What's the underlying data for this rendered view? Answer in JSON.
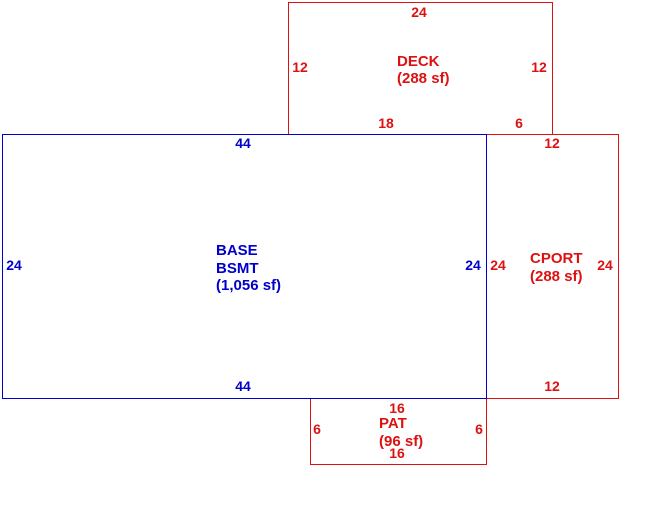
{
  "colors": {
    "base": "#0000cc",
    "addition": "#dd1111"
  },
  "areas": {
    "deck": {
      "name": "DECK",
      "area": "(288 sf)",
      "dims": {
        "top": "24",
        "left": "12",
        "right": "12",
        "bottom_left": "18",
        "bottom_right": "6"
      }
    },
    "base": {
      "name_line1": "BASE",
      "name_line2": "BSMT",
      "area": "(1,056 sf)",
      "dims": {
        "top": "44",
        "bottom": "44",
        "left": "24",
        "right": "24"
      }
    },
    "cport": {
      "name": "CPORT",
      "area": "(288 sf)",
      "dims": {
        "top": "12",
        "bottom": "12",
        "left": "24",
        "right": "24"
      }
    },
    "patio": {
      "name": "PAT",
      "area": "(96 sf)",
      "dims": {
        "top": "16",
        "bottom": "16",
        "left": "6",
        "right": "6"
      }
    }
  }
}
